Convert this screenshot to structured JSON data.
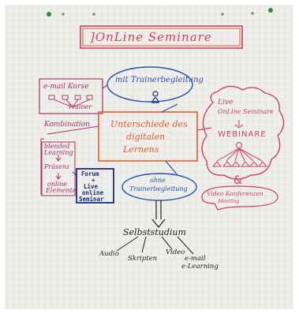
{
  "title": "]OnLine Seminare",
  "colors": {
    "board": "#eeeeea",
    "red": "#d64060",
    "orange": "#ee5a2e",
    "blue": "#2b4fa8",
    "navy": "#1d2a77",
    "magenta": "#b0306a",
    "black": "#222222"
  },
  "box_email": {
    "line1": "e-mail Kurse",
    "trainer": "Trainer"
  },
  "bubble_with_trainer": "mit Trainerbegleitung",
  "center_box": {
    "line1": "Unterschiede des",
    "line2": "digitalen",
    "line3": "Lernens"
  },
  "kombination": {
    "label": "Kombination",
    "item1_line1": "blended",
    "item1_line2": "Learning",
    "item2": "Präsenz",
    "item3_line1": "online",
    "item3_line2": "Elemente"
  },
  "forum_box": {
    "line1": "Forum",
    "line2": "+",
    "line3": "Live",
    "line4": "online",
    "line5": "Seminar"
  },
  "bubble_without_trainer": {
    "line1": "ohne",
    "line2": "Trainerbegleitung"
  },
  "live_cloud": {
    "line1": "Live",
    "line2": "OnLine Seminare",
    "line3": "WEBINARE"
  },
  "amp": "&",
  "video_bubble": {
    "line1": "Video Konferenzen",
    "line2": "Meeting"
  },
  "selbststudium": {
    "heading": "Selbststudium",
    "audio": "Audio",
    "skripten": "Skripten",
    "video": "Video",
    "email_line1": "e-mail",
    "email_line2": "e-Learning"
  }
}
